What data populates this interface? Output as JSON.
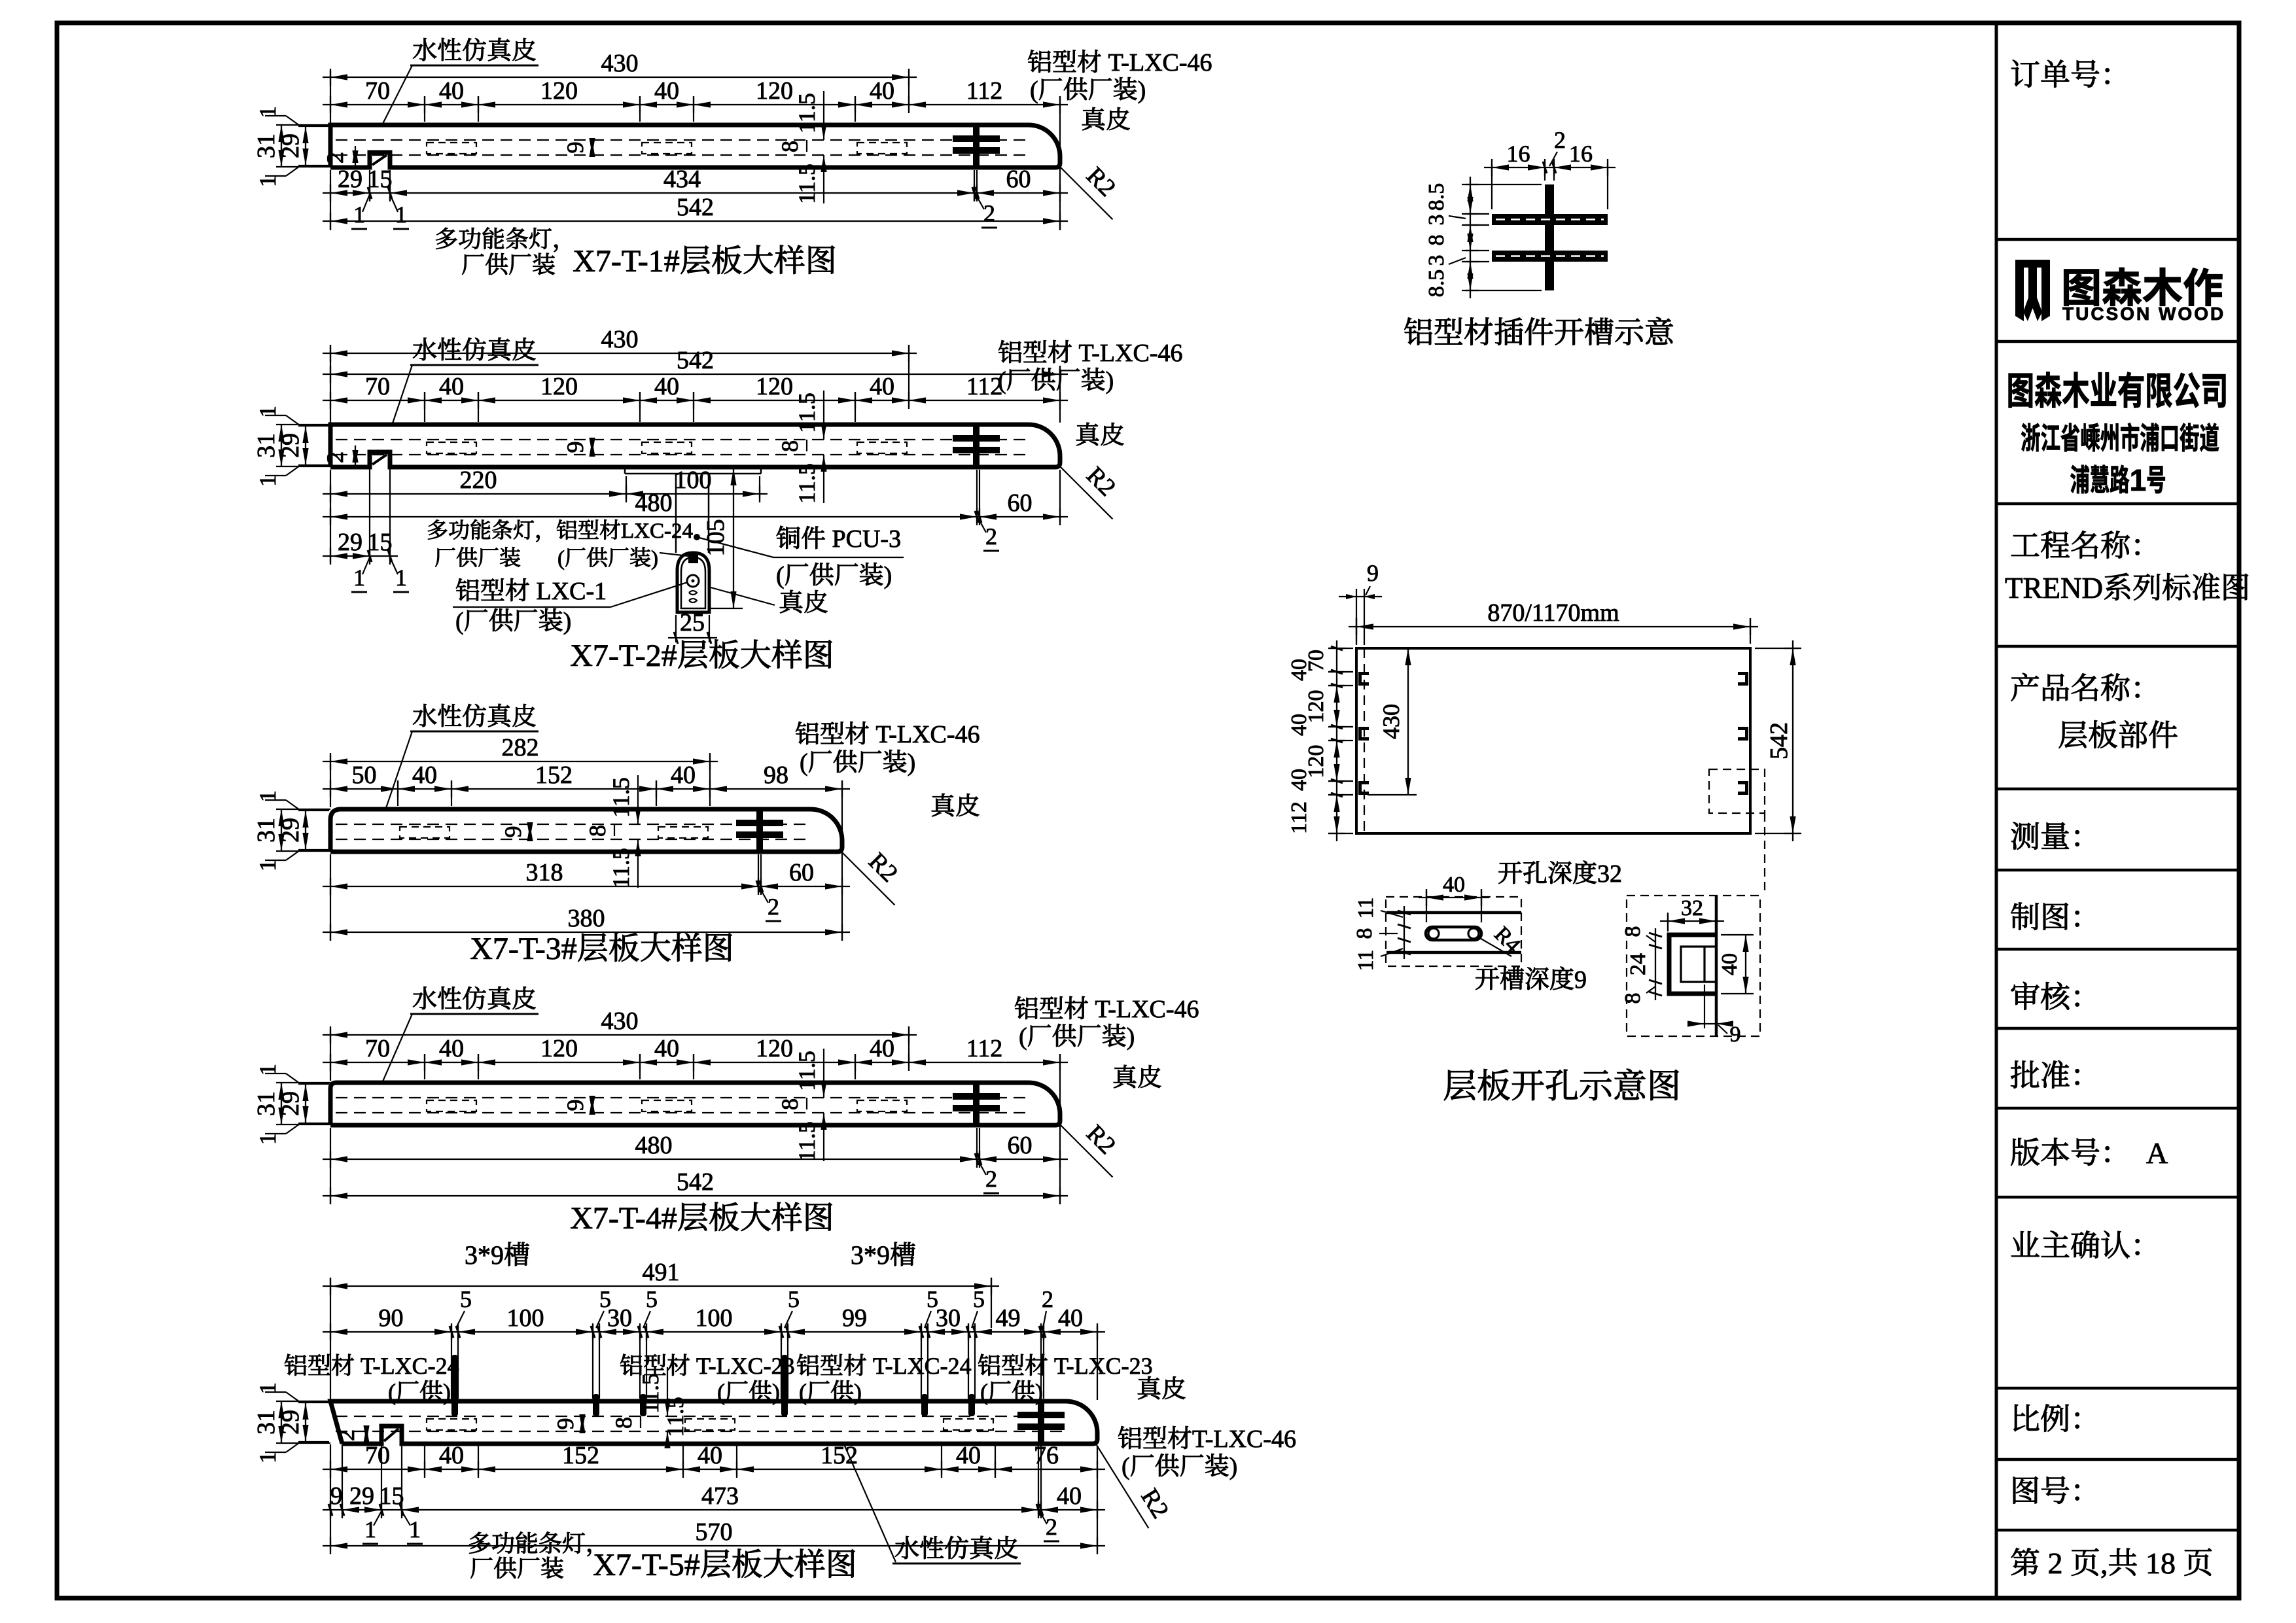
{
  "sheet": {
    "page_note": "第 2 页,共 18 页"
  },
  "drawings": {
    "d1": {
      "title": "X7-T-1#层板大样图",
      "top_dim": "430",
      "seg_dims": [
        "70",
        "40",
        "120",
        "40",
        "120",
        "40",
        "112"
      ],
      "left_dims": [
        "1",
        "31",
        "29",
        "1"
      ],
      "inner_dims": [
        "2",
        "9",
        "8",
        "11.5",
        "11.5"
      ],
      "bottom_dims": [
        "29",
        "15",
        "434",
        "60"
      ],
      "bottom_small": [
        "1",
        "1",
        "2"
      ],
      "overall": "542",
      "ann_coating": "水性仿真皮",
      "ann_profile": "铝型材 T-LXC-46",
      "ann_supply": "(厂供厂装)",
      "ann_leather": "真皮",
      "ann_light1": "多功能条灯，",
      "ann_light2": "厂供厂装",
      "radius": "R2"
    },
    "d2": {
      "title": "X7-T-2#层板大样图",
      "top_dim": "430",
      "top_dim2": "542",
      "seg_dims": [
        "70",
        "40",
        "120",
        "40",
        "120",
        "40",
        "112"
      ],
      "left_dims": [
        "1",
        "31",
        "29",
        "1"
      ],
      "inner_dims": [
        "2",
        "9",
        "8",
        "11.5",
        "11.5"
      ],
      "mid_dims": [
        "220",
        "100"
      ],
      "bottom_dims": [
        "480",
        "60"
      ],
      "bottom_small": [
        "2"
      ],
      "notch_dims": [
        "29",
        "15"
      ],
      "notch_small": [
        "1",
        "1"
      ],
      "bracket_v": "105",
      "bracket_w": "25",
      "ann_coating": "水性仿真皮",
      "ann_profile": "铝型材 T-LXC-46",
      "ann_supply": "(厂供厂装)",
      "ann_leather": "真皮",
      "ann_light1": "多功能条灯，铝型材LXC-24",
      "ann_light2": "厂供厂装",
      "ann_light3": "(厂供厂装)",
      "ann_copper1": "铜件 PCU-3",
      "ann_copper2": "(厂供厂装)",
      "ann_leather2": "真皮",
      "ann_lxc1a": "铝型材 LXC-1",
      "ann_lxc1b": "(厂供厂装)",
      "radius": "R2"
    },
    "d3": {
      "title": "X7-T-3#层板大样图",
      "top_dim": "282",
      "seg_dims": [
        "50",
        "40",
        "152",
        "40",
        "98"
      ],
      "left_dims": [
        "1",
        "31",
        "29",
        "1"
      ],
      "inner_dims": [
        "9",
        "8",
        "11.5",
        "11.5"
      ],
      "bottom_dims": [
        "318",
        "60"
      ],
      "bottom_small": [
        "2"
      ],
      "overall": "380",
      "ann_coating": "水性仿真皮",
      "ann_profile": "铝型材 T-LXC-46",
      "ann_supply": "(厂供厂装)",
      "ann_leather": "真皮",
      "radius": "R2"
    },
    "d4": {
      "title": "X7-T-4#层板大样图",
      "top_dim": "430",
      "seg_dims": [
        "70",
        "40",
        "120",
        "40",
        "120",
        "40",
        "112"
      ],
      "left_dims": [
        "1",
        "31",
        "29",
        "1"
      ],
      "inner_dims": [
        "9",
        "8",
        "11.5",
        "11.5"
      ],
      "bottom_dims": [
        "480",
        "60"
      ],
      "bottom_small": [
        "2"
      ],
      "overall": "542",
      "ann_coating": "水性仿真皮",
      "ann_profile": "铝型材 T-LXC-46",
      "ann_supply": "(厂供厂装)",
      "ann_leather": "真皮",
      "radius": "R2"
    },
    "d5": {
      "title": "X7-T-5#层板大样图",
      "groove_left": "3*9槽",
      "groove_right": "3*9槽",
      "top_dim": "491",
      "seg_dims": [
        "90",
        "100",
        "30",
        "100",
        "99",
        "30",
        "49",
        "40"
      ],
      "seg_small": [
        "5",
        "5",
        "5",
        "5",
        "5",
        "5",
        "2"
      ],
      "left_dims": [
        "1",
        "31",
        "29",
        "1"
      ],
      "inner_dims": [
        "2",
        "9",
        "8",
        "11.5",
        "11.5"
      ],
      "bottom_dims": [
        "70",
        "40",
        "152",
        "40",
        "152",
        "40",
        "76"
      ],
      "bottom_dims2": [
        "9",
        "29",
        "15",
        "473",
        "40"
      ],
      "bottom_small": [
        "1",
        "1",
        "2"
      ],
      "overall": "570",
      "profile1": "铝型材 T-LXC-24",
      "profile1s": "(厂供)",
      "profile2": "铝型材 T-LXC-23",
      "profile2s": "(厂供)",
      "profile3": "铝型材 T-LXC-24",
      "profile3s": "(厂供)",
      "profile4": "铝型材 T-LXC-23",
      "profile4s": "(厂供)",
      "ann_leather": "真皮",
      "ann_profile46": "铝型材T-LXC-46",
      "ann_supply": "(厂供厂装)",
      "ann_coating": "水性仿真皮",
      "ann_light1": "多功能条灯，",
      "ann_light2": "厂供厂装",
      "radius": "R2"
    },
    "slot_schematic": {
      "title": "铝型材插件开槽示意",
      "top_dims": [
        "16",
        "16"
      ],
      "top_small": "2",
      "left_dims": [
        "8.5",
        "3",
        "8",
        "3",
        "8.5"
      ]
    },
    "drilling": {
      "title": "层板开孔示意图",
      "width_label": "870/1170mm",
      "height_label": "542",
      "edge_dim": "9",
      "slot_heights": [
        "40",
        "40",
        "40"
      ],
      "bottom_offset": "112",
      "gaps": [
        "70",
        "120",
        "120"
      ],
      "span": "430",
      "hole_note": "开孔深度32",
      "groove_note": "开槽深度9",
      "hole_width": "40",
      "hole_left": [
        "11",
        "8",
        "11"
      ],
      "hole_radius": "R4",
      "slot_width": "32",
      "slot_left": [
        "8",
        "24",
        "8"
      ],
      "slot_height": "40",
      "slot_depth": "9"
    }
  },
  "title_block": {
    "order_label": "订单号：",
    "logo_cn": "图森木作",
    "logo_en": "TUCSON WOOD",
    "company": "图森木业有限公司",
    "address1": "浙江省嵊州市浦口街道",
    "address2": "浦慧路1号",
    "project_label": "工程名称：",
    "project_value": "TREND系列标准图",
    "product_label": "产品名称：",
    "product_value": "层板部件",
    "measure_label": "测量：",
    "draft_label": "制图：",
    "review_label": "审核：",
    "approve_label": "批准：",
    "version_label": "版本号：",
    "version_value": "A",
    "owner_label": "业主确认：",
    "scale_label": "比例：",
    "fig_label": "图号：",
    "page_label": "第 2 页,共 18 页"
  }
}
